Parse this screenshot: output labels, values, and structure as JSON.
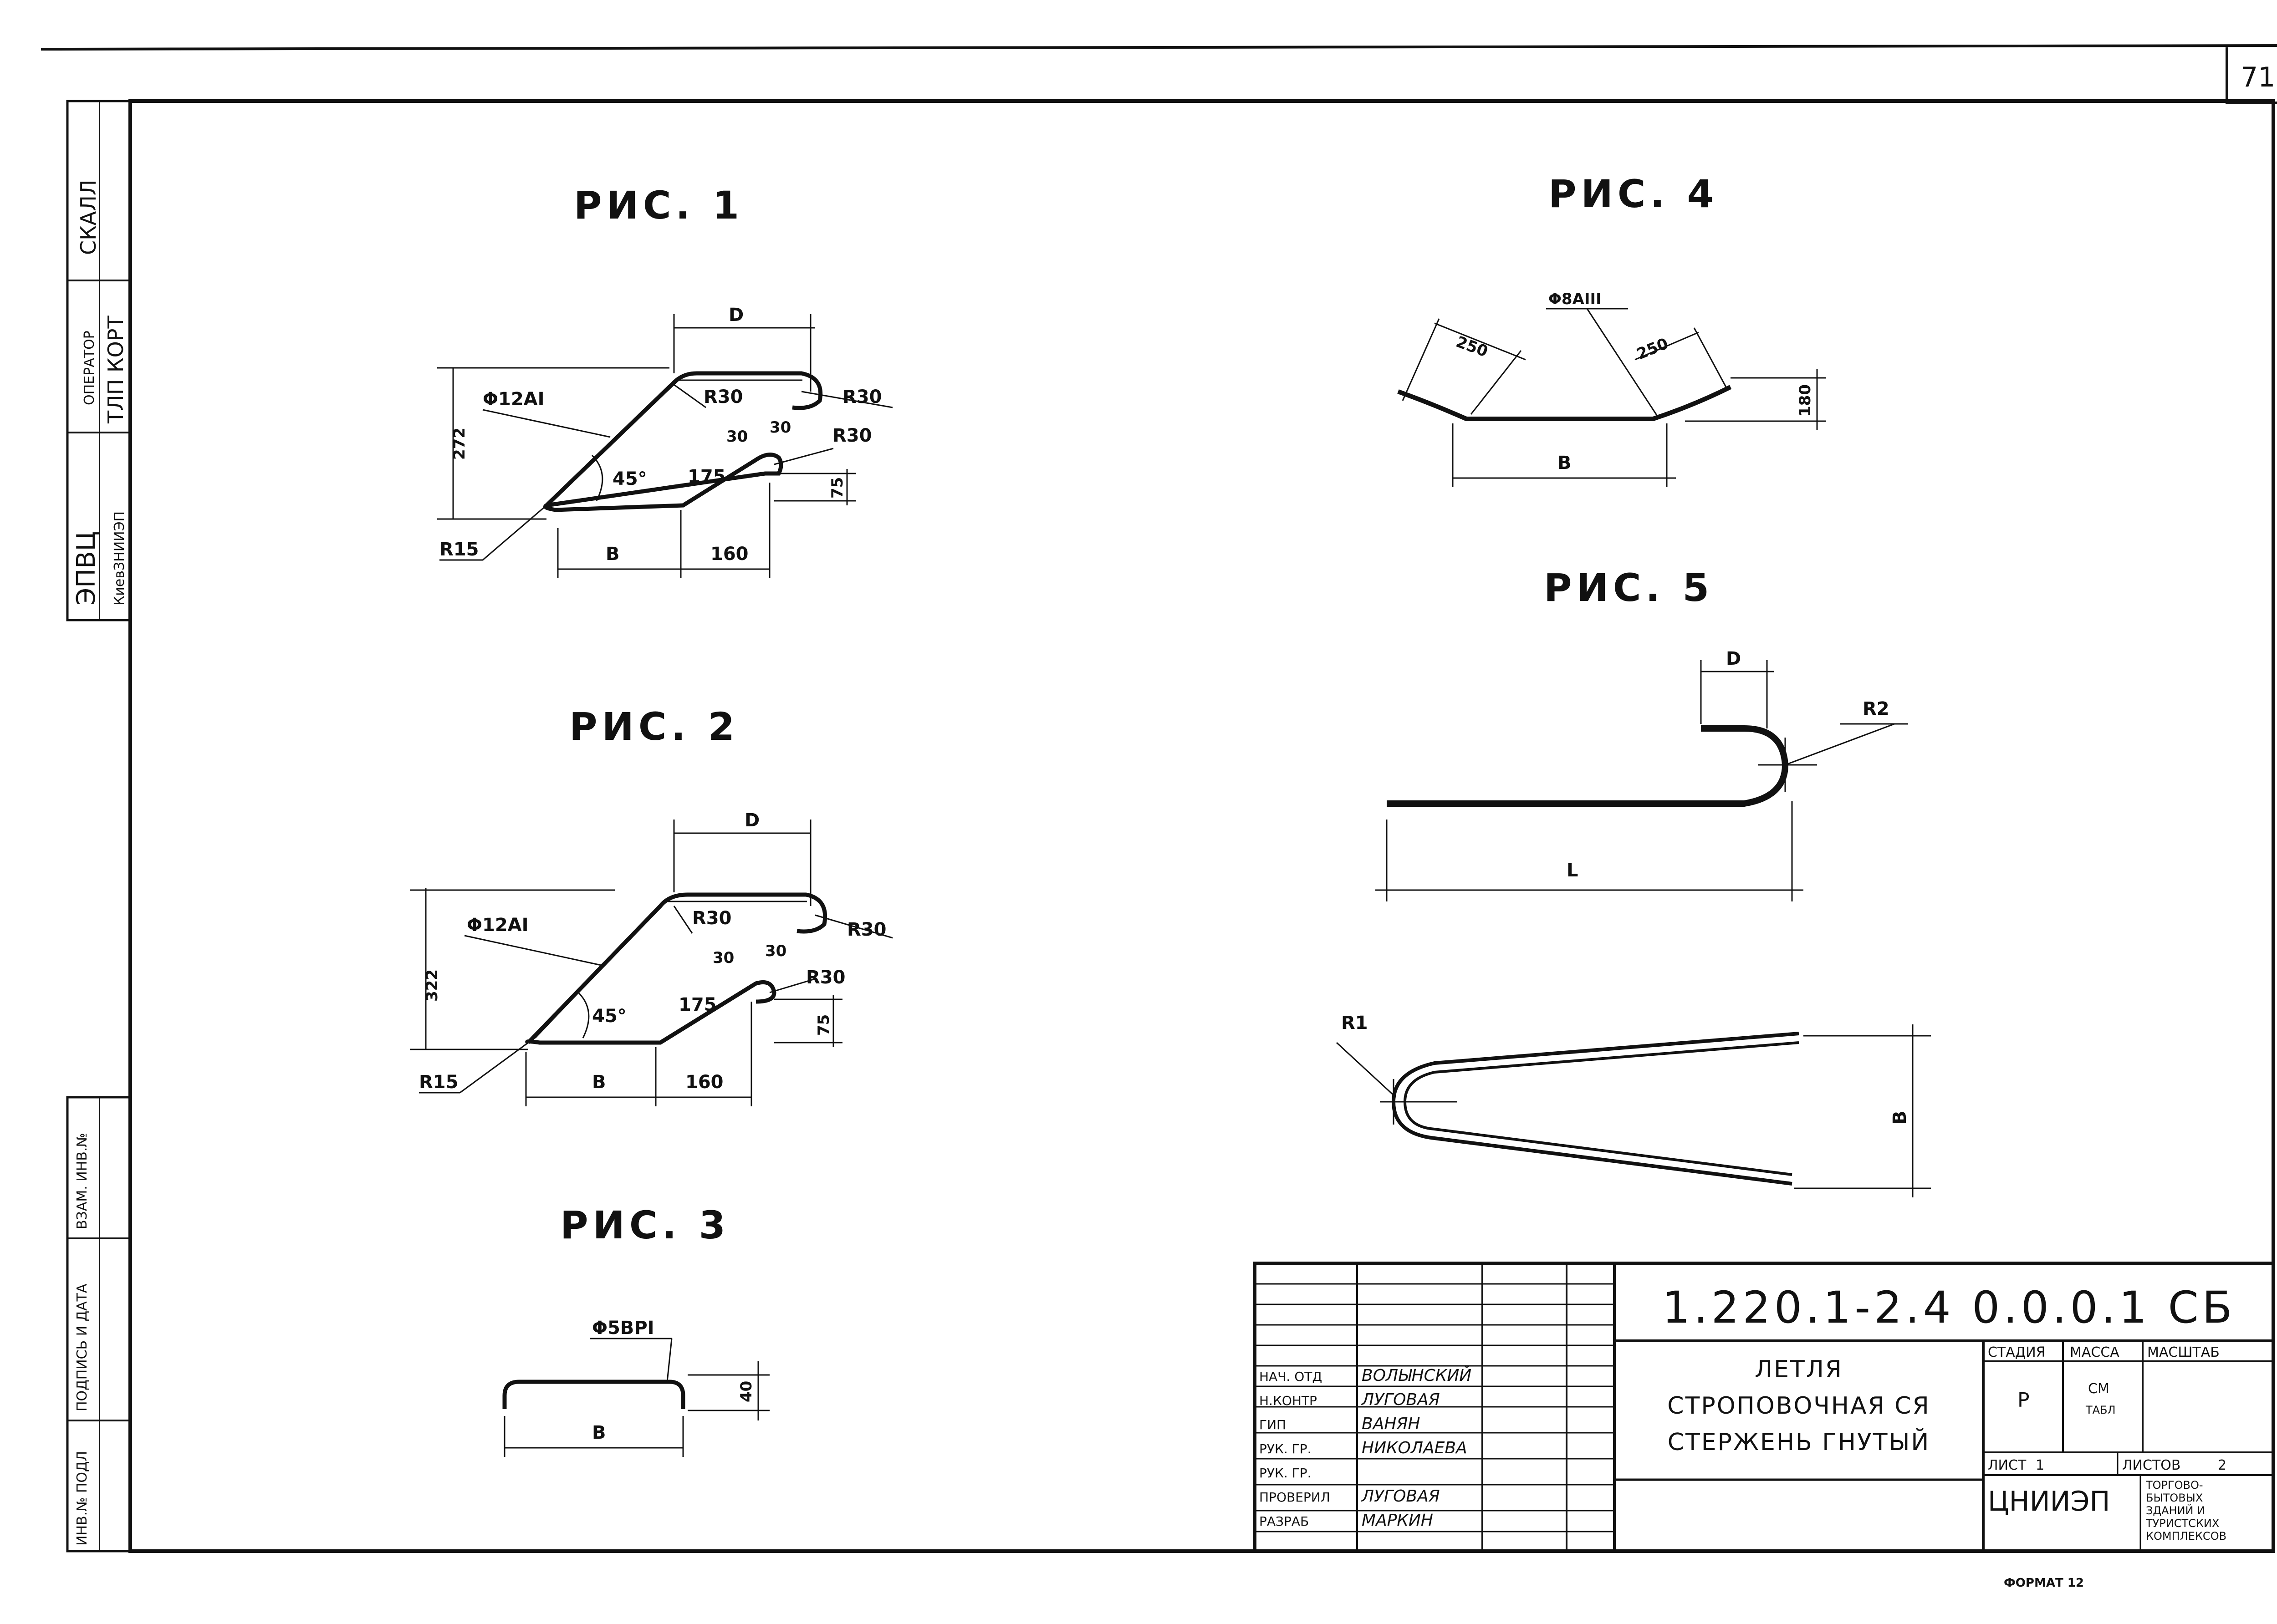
{
  "sheet_number": "71",
  "format_label": "ФОРМАТ 12",
  "figures": {
    "fig1": {
      "title": "РИС. 1",
      "labels": {
        "D": "D",
        "bar": "Φ12AI",
        "h": "272",
        "r30a": "R30",
        "r30b": "R30",
        "r30c": "R30",
        "d30a": "30",
        "d30b": "30",
        "ang": "45°",
        "len": "175",
        "d75": "75",
        "r15": "R15",
        "B": "B",
        "w": "160"
      }
    },
    "fig2": {
      "title": "РИС. 2",
      "labels": {
        "D": "D",
        "bar": "Φ12AI",
        "h": "322",
        "r30a": "R30",
        "r30b": "R30",
        "r30c": "R30",
        "d30a": "30",
        "d30b": "30",
        "ang": "45°",
        "len": "175",
        "d75": "75",
        "r15": "R15",
        "B": "B",
        "w": "160"
      }
    },
    "fig3": {
      "title": "РИС. 3",
      "labels": {
        "bar": "Φ5BPI",
        "h": "40",
        "B": "B"
      }
    },
    "fig4": {
      "title": "РИС. 4",
      "labels": {
        "bar": "Φ8AIII",
        "a": "250",
        "b": "250",
        "h": "180",
        "B": "B"
      }
    },
    "fig5": {
      "title": "РИС. 5",
      "labels": {
        "D": "D",
        "r2": "R2",
        "L": "L",
        "r1": "R1",
        "B": "B"
      }
    }
  },
  "side_stamp": {
    "org1": "ЭПВЦ",
    "org1_sub": "КиевЗНИИЭП",
    "operator_label": "ОПЕРАТОР",
    "operator_value": "ТЛП КОРТ",
    "scan_label": "СКАЛЛ"
  },
  "left_columns": {
    "inv_podl": "ИНВ.№ ПОДЛ",
    "podpis_data": "ПОДПИСЬ И ДАТА",
    "vzam_inv": "ВЗАМ. ИНВ.№"
  },
  "title_block": {
    "code": "1.220.1-2.4 0.0.0.1 СБ",
    "name_lines": [
      "ЛЕТЛЯ",
      "СТРОПОВОЧНАЯ СЯ",
      "СТЕРЖЕНЬ ГНУТЫЙ"
    ],
    "stage_header": "СТАДИЯ",
    "mass_header": "МАССА",
    "scale_header": "МАСШТАБ",
    "stage_value": "Р",
    "mass_value_1": "СМ",
    "mass_value_2": "ТАБЛ",
    "sheet_label": "ЛИСТ",
    "sheet_value": "1",
    "sheets_label": "ЛИСТОВ",
    "sheets_value": "2",
    "org": "ЦНИИЭП",
    "org_sub": [
      "ТОРГОВО-",
      "БЫТОВЫХ",
      "ЗДАНИЙ И",
      "ТУРИСТСКИХ",
      "КОМПЛЕКСОВ"
    ],
    "people": [
      {
        "role": "НАЧ. ОТД",
        "name": "ВОЛЫНСКИЙ"
      },
      {
        "role": "Н.КОНТР",
        "name": "ЛУГОВАЯ"
      },
      {
        "role": "ГИП",
        "name": "ВАНЯН"
      },
      {
        "role": "РУК. ГР.",
        "name": "НИКОЛАЕВА"
      },
      {
        "role": "РУК. ГР.",
        "name": ""
      },
      {
        "role": "ПРОВЕРИЛ",
        "name": "ЛУГОВАЯ"
      },
      {
        "role": "РАЗРАБ",
        "name": "МАРКИН"
      }
    ]
  }
}
